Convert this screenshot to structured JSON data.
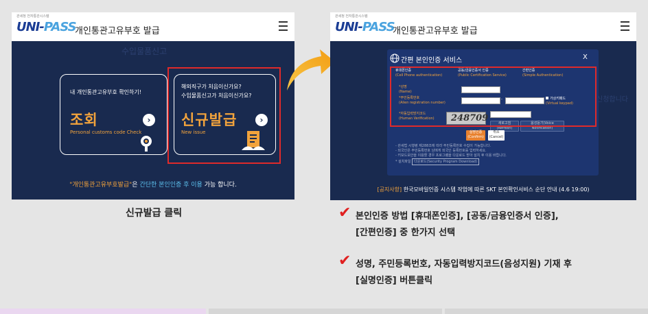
{
  "left_screen": {
    "logo_small": "관세청 전자통관시스템",
    "logo_uni": "UNI-",
    "logo_pass": "PASS",
    "title": "개인통관고유부호 발급",
    "bg_text": "수입물품신고",
    "card_check": {
      "question": "내 개인통관고유부호 확인하기!",
      "big": "조회",
      "eng": "Personal customs code Check"
    },
    "card_issue": {
      "question1": "해외직구가 처음이신가요?",
      "question2": "수입물품신고가 처음이신가요?",
      "big": "신규발급",
      "eng": "New issue"
    },
    "notice_part1": "\"개인통관고유부호발급\"",
    "notice_part2": "은 ",
    "notice_part3": "간단한 본인인증 후 이용",
    "notice_part4": " 가능 합니다."
  },
  "right_screen": {
    "logo_small": "관세청 전자통관시스템",
    "logo_uni": "UNI-",
    "logo_pass": "PASS",
    "title": "개인통관고유부호 발급",
    "bg_text": "신청합니다",
    "modal_title": "간편 본인인증 서비스",
    "close": "X",
    "options": [
      {
        "ko": "휴대폰인증",
        "en": "(Cell Phone authentication)"
      },
      {
        "ko": "공동/금융인증서 인증",
        "en": "(Public Certification Service)"
      },
      {
        "ko": "간편인증",
        "en": "(Simple Authentication)"
      }
    ],
    "name_ko": "*성명",
    "name_en": "(Name)",
    "reg_ko": "*주민등록번호",
    "reg_en": "(Alien registration number)",
    "keypad_ko": "가상키패드",
    "keypad_en": "(Virtual keypad)",
    "captcha_ko": "*자동입력방지코드",
    "captcha_en": "(Human Verification)",
    "captcha_value": "248709",
    "refresh": "새로고침(Refresh)",
    "voice": "음성듣기(Voice Notification)",
    "confirm_ko": "실명인증",
    "confirm_en": "(Confirm)",
    "cancel_ko": "취소",
    "cancel_en": "(Cancel)",
    "notes": [
      "- 관세법 시행령 제288조에 따라 주민등록번호 수집이 가능합니다.",
      "- 외국인은 주민등록번호 남에게 외국인 등록번호를 입력하세요.",
      "- 키보드보안을 이용할 경우 프로그램을 다운로드 받아 설치 후 이용 바랍니다.",
      "* 설치파일"
    ],
    "download": "다운로드(Security Program Download)",
    "ticker_tag": "[공지사항]",
    "ticker_text": "한국모바일인증 시스템 작업에 따른 SKT 본인확인서비스 순단 안내 (4.6 19:00)"
  },
  "caption": "신규발급  클릭",
  "instructions": [
    {
      "line1": "본인인증 방법 [휴대폰인증], [공동/금융인증서 인증],",
      "line2": "[간편인증] 중 한가지 선택"
    },
    {
      "line1": "성명, 주민등록번호, 자동입력방지코드(음성지원) 기재 후",
      "line2": "[실명인증] 버튼클릭"
    }
  ],
  "colors": {
    "accent_orange": "#f2a33c",
    "navy": "#192a4f",
    "highlight_red": "#e02a2a",
    "check_red": "#e02020"
  }
}
